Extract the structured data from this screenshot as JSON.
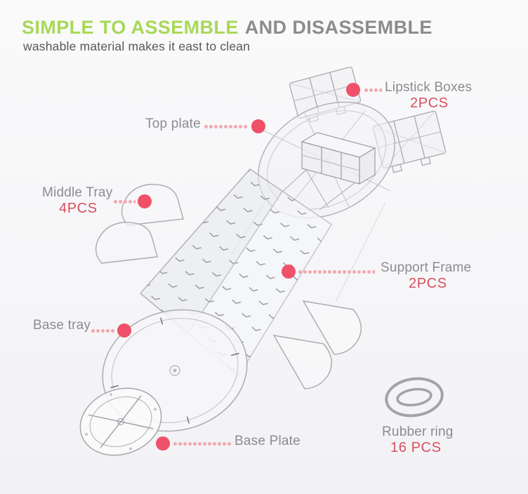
{
  "header": {
    "title_green": "SIMPLE TO ASSEMBLE",
    "title_gray": "AND DISASSEMBLE",
    "subtitle": "washable material makes it east to clean"
  },
  "callouts": {
    "top_plate": {
      "label": "Top plate"
    },
    "lipstick_boxes": {
      "label": "Lipstick Boxes",
      "count": "2PCS"
    },
    "middle_tray": {
      "label": "Middle Tray",
      "count": "4PCS"
    },
    "support_frame": {
      "label": "Support Frame",
      "count": "2PCS"
    },
    "base_tray": {
      "label": "Base tray"
    },
    "base_plate": {
      "label": "Base Plate"
    },
    "rubber_ring": {
      "label": "Rubber ring",
      "count": "16 PCS"
    }
  },
  "colors": {
    "title_green": "#a8d957",
    "title_gray": "#8c8c8c",
    "subtitle_gray": "#58585a",
    "label_gray": "#8b8c91",
    "count_red": "#d8515e",
    "callout_dot_pink": "#ef5168",
    "leader_dot_pink": "#f2a6ae"
  }
}
